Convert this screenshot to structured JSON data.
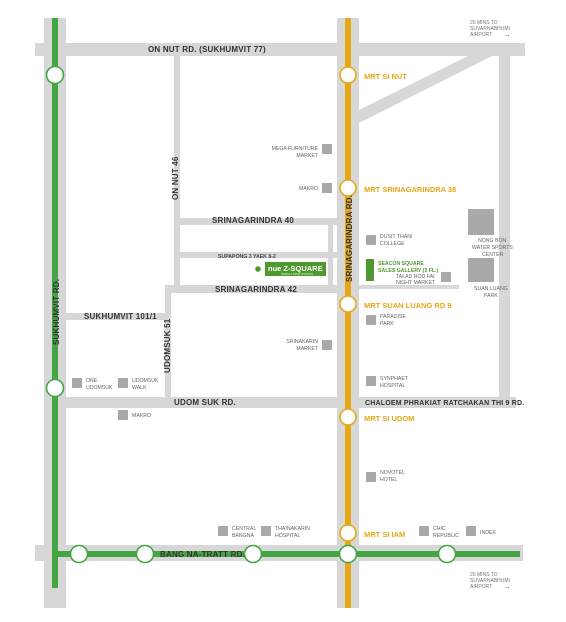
{
  "colors": {
    "green_line": "#45a545",
    "yellow_line": "#e6a717",
    "road": "#d7d7d7",
    "landmark": "#a9a9a9",
    "project": "#4e9a2e"
  },
  "roads": {
    "on_nut": "ON NUT RD. (SUKHUMVIT 77)",
    "on_nut_46": "ON NUT 46",
    "srinagarindra_40": "SRINAGARINDRA 40",
    "supapong": "SUPAPONG 3 YAEK 8-2",
    "srinagarindra_42": "SRINAGARINDRA 42",
    "sukhumvit_101": "SUKHUMVIT 101/1",
    "udomsuk_51": "UDOMSUK 51",
    "udom_suk": "UDOM SUK RD.",
    "chaloem": "CHALOEM PHRAKIAT RATCHAKAN THI 9 RD.",
    "sukhumvit_rd": "SUKHUMVIT RD.",
    "srinagarindra_rd": "SRINAGARINDRA RD.",
    "bang_na": "BANG NA-TRATT RD."
  },
  "stations": {
    "si_nut": "MRT SI NUT",
    "srinagarindra_38": "MRT SRINAGARINDRA 38",
    "suan_luang": "MRT SUAN LUANG RD 9",
    "si_udom": "MRT SI UDOM",
    "si_iam": "MRT SI IAM"
  },
  "project": {
    "name": "nue Z-SQUARE",
    "sub": "NOBLE LIVING STATION"
  },
  "landmarks": {
    "mega": [
      "MEGA FURNITURE",
      "MARKET"
    ],
    "makro_top": "MAKRO",
    "dusit": [
      "DUSIT THANI",
      "COLLEGE"
    ],
    "seacon": [
      "SEACON SQUARE",
      "SALES GALLERY (3 FL.)"
    ],
    "talad": [
      "TALAD ROD FAI",
      "NIGHT MARKET"
    ],
    "nong_bon": [
      "NONG BON",
      "WATER SPORTS",
      "CENTER"
    ],
    "suan_luang": [
      "SUAN LUANG",
      "PARK"
    ],
    "paradise": [
      "PARADISE",
      "PARK"
    ],
    "srinakarin": [
      "SRINAKARIN",
      "MARKET"
    ],
    "synphaet": [
      "SYNPHAET",
      "HOSPITAL"
    ],
    "one_udomsuk": [
      "ONE",
      "UDOMSUK"
    ],
    "udomsuk_walk": [
      "UDOMSUK",
      "WALK"
    ],
    "makro_bottom": "MAKRO",
    "novotel": [
      "NOVOTEL",
      "HOTEL"
    ],
    "central": [
      "CENTRAL",
      "BANGNA"
    ],
    "thainakarin": [
      "THAINAKARIN",
      "HOSPITAL"
    ],
    "chic": [
      "CHIC",
      "REPUBLIC"
    ],
    "index": "INDEX"
  },
  "airport": {
    "top": [
      "20 MINS TO",
      "SUVARNABHUMI",
      "AIRPORT"
    ],
    "bottom": [
      "20 MINS TO",
      "SUVARNABHUMI",
      "AIRPORT"
    ],
    "arrow": "→"
  }
}
